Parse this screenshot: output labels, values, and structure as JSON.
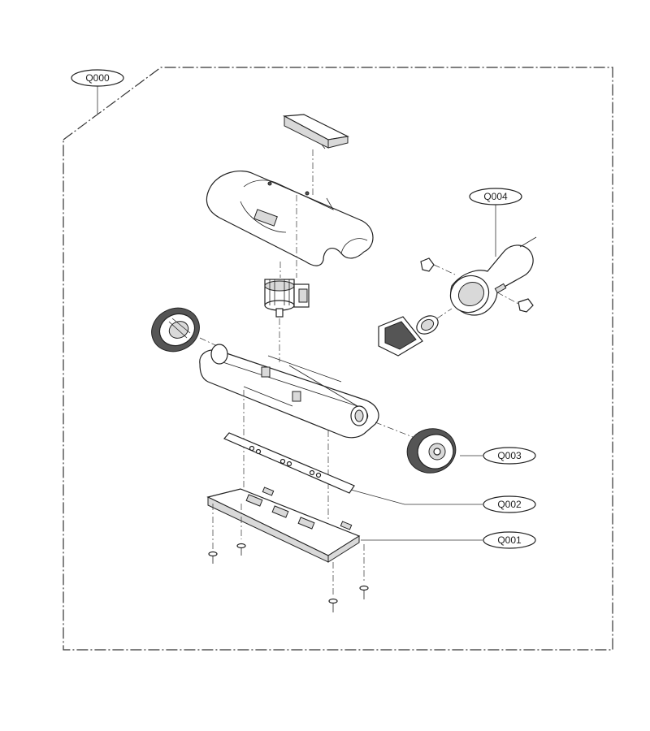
{
  "callouts": {
    "q000": "Q000",
    "q001": "Q001",
    "q002": "Q002",
    "q003": "Q003",
    "q004": "Q004"
  }
}
